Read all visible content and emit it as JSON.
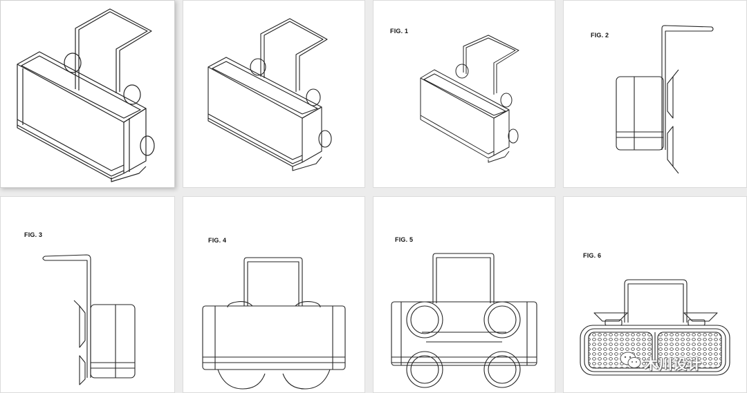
{
  "figures": {
    "fig1": "FIG. 1",
    "fig2": "FIG. 2",
    "fig3": "FIG. 3",
    "fig4": "FIG. 4",
    "fig5": "FIG. 5",
    "fig6": "FIG. 6"
  },
  "watermark": {
    "icon": "wechat-icon",
    "text": "木川设计"
  },
  "colors": {
    "line": "#222222",
    "card": "#ffffff",
    "background": "#ececec"
  }
}
